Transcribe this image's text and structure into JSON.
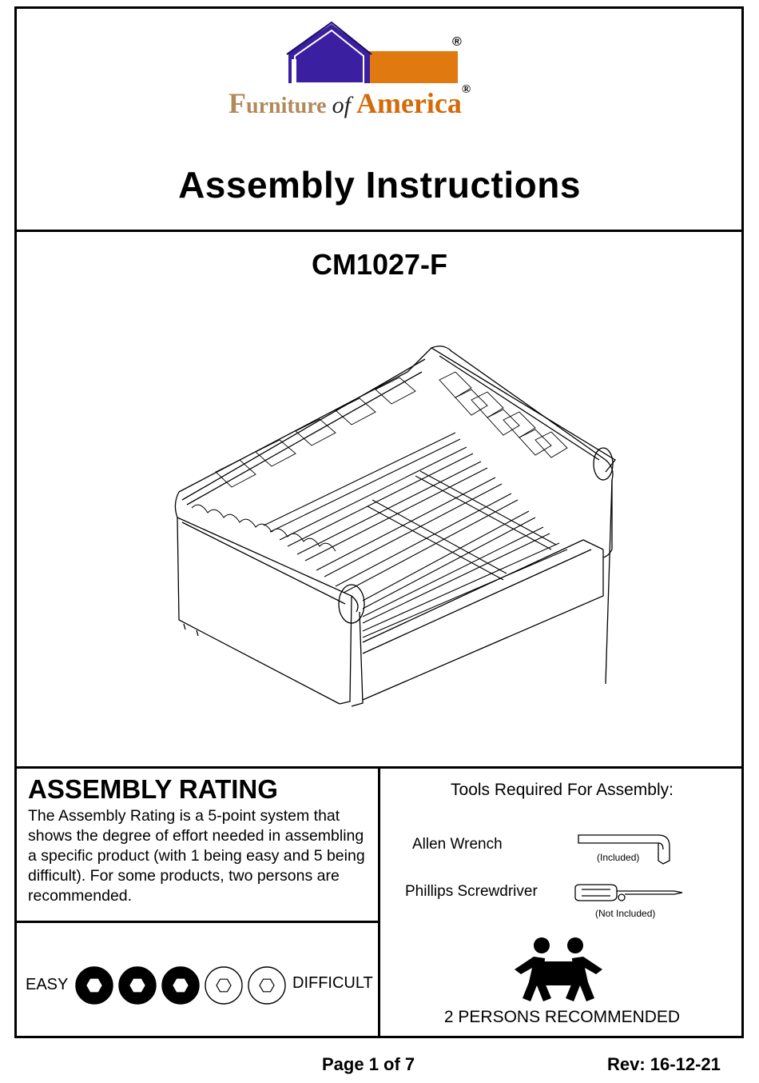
{
  "brand": {
    "name_first": "F",
    "name_rest": "urniture ",
    "name_of": "of",
    "name_last": "America",
    "registered_mark": "®",
    "colors": {
      "house_blue": "#3a1fa0",
      "house_orange": "#e07a10",
      "text_tan": "#b08a5a",
      "text_orange": "#d46a08"
    }
  },
  "header": {
    "title": "Assembly  Instructions"
  },
  "product": {
    "model": "CM1027-F",
    "illustration": "daybed-with-trundle-line-drawing"
  },
  "rating": {
    "heading": "ASSEMBLY  RATING",
    "description": "The Assembly Rating is a 5-point system that shows the degree of effort needed in assembling a specific product (with 1 being easy and 5 being difficult).  For some products, two persons are recommended.",
    "easy_label": "EASY",
    "difficult_label": "DIFFICULT",
    "scale_max": 5,
    "value": 3
  },
  "tools": {
    "heading": "Tools Required For Assembly:",
    "items": [
      {
        "name": "Allen Wrench",
        "note": "(Included)",
        "icon": "allen-wrench-icon"
      },
      {
        "name": "Phillips Screwdriver",
        "note": "(Not Included)",
        "icon": "screwdriver-icon"
      }
    ]
  },
  "persons": {
    "label": "2 PERSONS RECOMMENDED",
    "icon": "two-persons-lifting-icon"
  },
  "footer": {
    "page": "Page 1 of  7",
    "revision": "Rev: 16-12-21"
  }
}
